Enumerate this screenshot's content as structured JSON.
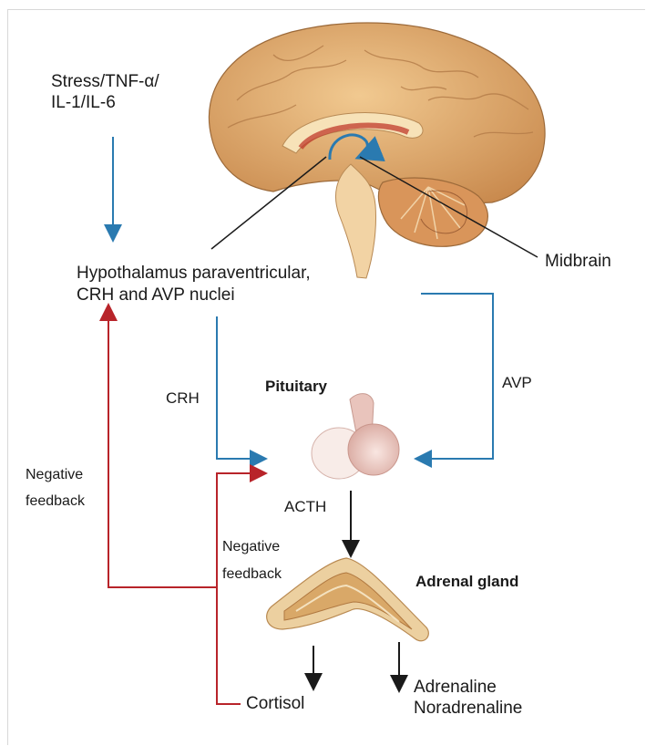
{
  "labels": {
    "stimulus_line1": "Stress/TNF-α/",
    "stimulus_line2": "IL-1/IL-6",
    "hypothalamus_line1": "Hypothalamus paraventricular,",
    "hypothalamus_line2": "CRH and AVP nuclei",
    "midbrain": "Midbrain",
    "crh": "CRH",
    "avp": "AVP",
    "pituitary": "Pituitary",
    "acth": "ACTH",
    "negative_feedback_outer_line1": "Negative",
    "negative_feedback_outer_line2": "feedback",
    "negative_feedback_inner_line1": "Negative",
    "negative_feedback_inner_line2": "feedback",
    "adrenal_gland": "Adrenal gland",
    "cortisol": "Cortisol",
    "adrenaline": "Adrenaline",
    "noradrenaline": "Noradrenaline"
  },
  "colors": {
    "stimulation_arrow": "#2a7ab0",
    "feedback_arrow": "#b8242a",
    "output_arrow": "#1a1a1a",
    "brain_tissue": "#e7b47a",
    "pituitary": "#f2d6cf",
    "adrenal": "#e6c08a"
  }
}
